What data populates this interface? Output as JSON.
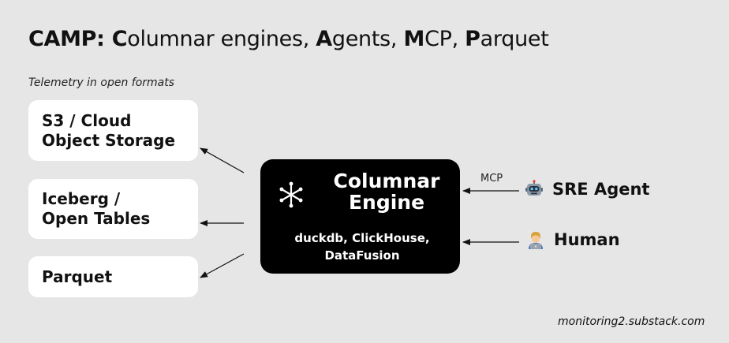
{
  "title": {
    "prefix": "CAMP: ",
    "parts": [
      {
        "strong": "C",
        "rest": "olumnar engines, "
      },
      {
        "strong": "A",
        "rest": "gents, "
      },
      {
        "strong": "M",
        "rest": "CP, "
      },
      {
        "strong": "P",
        "rest": "arquet"
      }
    ]
  },
  "subtitle": "Telemetry in open formats",
  "storage": [
    {
      "label": "S3 / Cloud\nObject Storage"
    },
    {
      "label": "Iceberg /\nOpen Tables"
    },
    {
      "label": "Parquet"
    }
  ],
  "engine": {
    "title": "Columnar\nEngine",
    "subtitle": "duckdb, ClickHouse,\nDataFusion",
    "icon": "snowflake-asterisk-icon"
  },
  "connector_label": "MCP",
  "actors": [
    {
      "label": "SRE Agent",
      "icon": "robot-icon"
    },
    {
      "label": "Human",
      "icon": "technologist-icon"
    }
  ],
  "watermark": "monitoring2.substack.com"
}
